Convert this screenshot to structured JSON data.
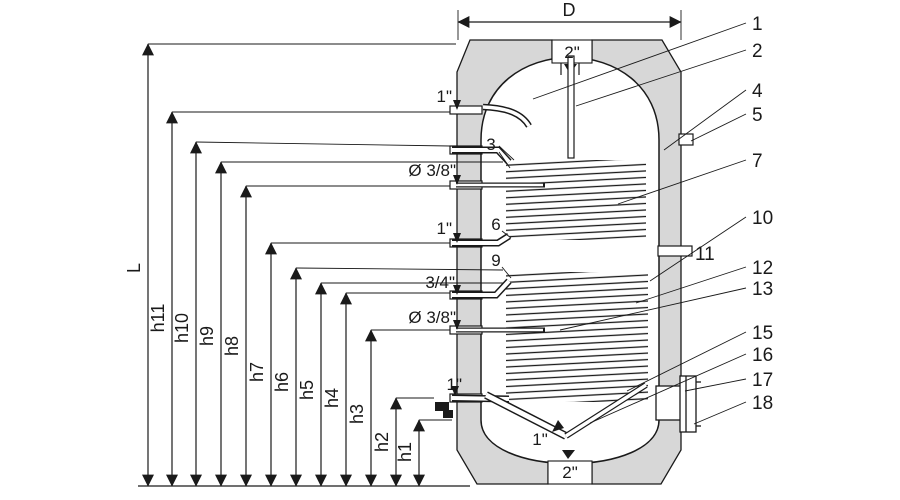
{
  "colors": {
    "insulation": "#d7d7d7",
    "line": "#1a1a1a",
    "background": "#ffffff"
  },
  "top_dimension": {
    "label": "D"
  },
  "vertical_dimensions": [
    {
      "label": "L"
    },
    {
      "label": "h11"
    },
    {
      "label": "h10"
    },
    {
      "label": "h9"
    },
    {
      "label": "h8"
    },
    {
      "label": "h7"
    },
    {
      "label": "h6"
    },
    {
      "label": "h5"
    },
    {
      "label": "h4"
    },
    {
      "label": "h3"
    },
    {
      "label": "h2"
    },
    {
      "label": "h1"
    }
  ],
  "port_labels": {
    "top_center": "2\"",
    "top_side": "1\"",
    "coil1_in": "3",
    "sensor_upper": "Ø 3/8\"",
    "coil1_out": "6",
    "mid_side": "1\"",
    "coil2_in": "9",
    "coil2_port": "3/4\"",
    "sensor_lower": "Ø 3/8\"",
    "drain_side": "1\"",
    "bottom_inner": "1\"",
    "bottom_center": "2\""
  },
  "callouts": [
    {
      "number": "1"
    },
    {
      "number": "2"
    },
    {
      "number": "4"
    },
    {
      "number": "5"
    },
    {
      "number": "7"
    },
    {
      "number": "10"
    },
    {
      "number": "11"
    },
    {
      "number": "12"
    },
    {
      "number": "13"
    },
    {
      "number": "15"
    },
    {
      "number": "16"
    },
    {
      "number": "17"
    },
    {
      "number": "18"
    }
  ]
}
